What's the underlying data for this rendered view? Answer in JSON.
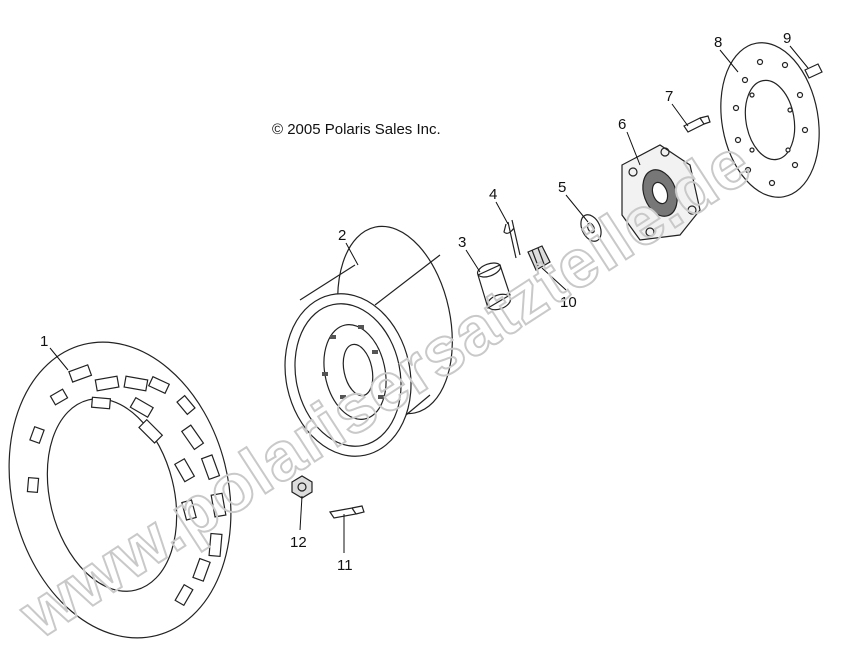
{
  "copyright": "© 2005 Polaris Sales Inc.",
  "watermark": "www.polarisersatzteile.de",
  "callouts": [
    {
      "id": "tire",
      "number": "1"
    },
    {
      "id": "rim",
      "number": "2"
    },
    {
      "id": "cap",
      "number": "3"
    },
    {
      "id": "cotter-pin",
      "number": "4"
    },
    {
      "id": "washer",
      "number": "5"
    },
    {
      "id": "hub",
      "number": "6"
    },
    {
      "id": "hub-bolt",
      "number": "7"
    },
    {
      "id": "brake-disc",
      "number": "8"
    },
    {
      "id": "disc-bolt",
      "number": "9"
    },
    {
      "id": "castle-nut",
      "number": "10"
    },
    {
      "id": "wheel-stud",
      "number": "11"
    },
    {
      "id": "lug-nut",
      "number": "12"
    }
  ]
}
